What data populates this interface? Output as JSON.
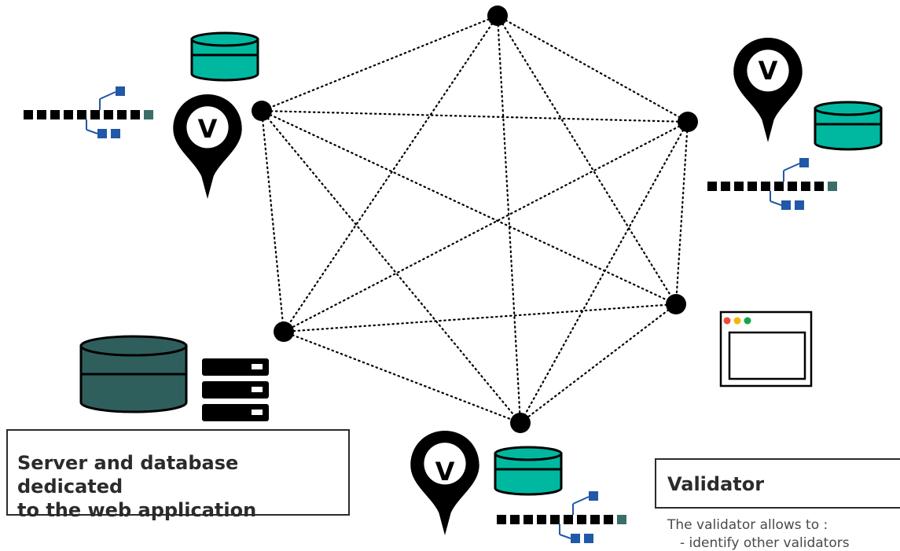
{
  "network": {
    "nodes": [
      "node-1",
      "node-2",
      "node-3",
      "node-4",
      "node-5",
      "node-6"
    ],
    "links": [
      [
        0,
        1
      ],
      [
        0,
        2
      ],
      [
        0,
        3
      ],
      [
        0,
        4
      ],
      [
        0,
        5
      ],
      [
        1,
        2
      ],
      [
        1,
        3
      ],
      [
        1,
        4
      ],
      [
        1,
        5
      ],
      [
        2,
        3
      ],
      [
        2,
        4
      ],
      [
        2,
        5
      ],
      [
        3,
        4
      ],
      [
        3,
        5
      ],
      [
        4,
        5
      ]
    ]
  },
  "validator_marker": {
    "letter": "V"
  },
  "colors": {
    "database": "#00b8a0",
    "database_dark": "#2e5f5d",
    "block": "#000000",
    "fork_block": "#2158a8",
    "tip_block": "#3c6e69",
    "dots": [
      "#f04a37",
      "#f2b70c",
      "#16a44a"
    ]
  },
  "server_caption": {
    "line1": "Server and database dedicated",
    "line2": "to the web application"
  },
  "validator_legend": {
    "title": "Validator",
    "intro": "The validator allows to :",
    "point": "- identify other validators"
  }
}
